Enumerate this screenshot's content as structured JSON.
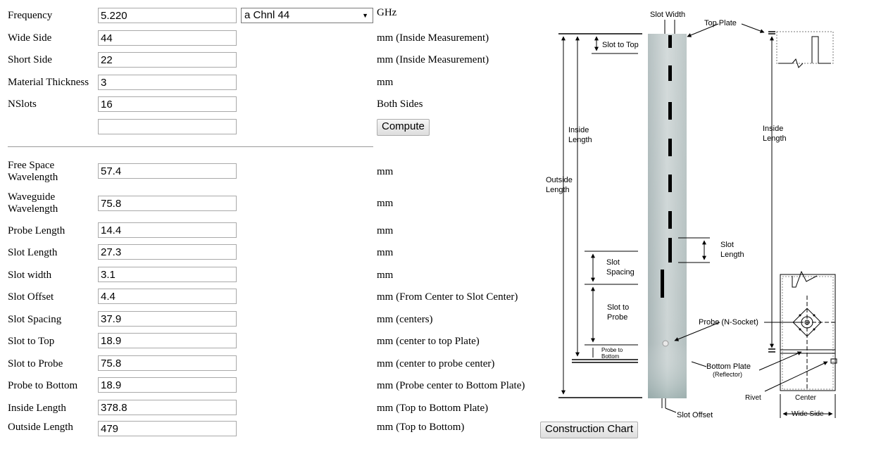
{
  "inputs": {
    "frequency": {
      "label": "Frequency",
      "value": "5.220",
      "unit": "GHz"
    },
    "channel": {
      "selected": "a Chnl 44"
    },
    "wide_side": {
      "label": "Wide Side",
      "value": "44",
      "unit": "mm (Inside Measurement)"
    },
    "short_side": {
      "label": "Short Side",
      "value": "22",
      "unit": "mm (Inside Measurement)"
    },
    "material_thickness": {
      "label": "Material Thickness",
      "value": "3",
      "unit": "mm"
    },
    "nslots": {
      "label": "NSlots",
      "value": "16",
      "unit": "Both Sides"
    },
    "extra": {
      "value": ""
    },
    "compute_label": "Compute"
  },
  "results": {
    "free_space_wavelength": {
      "label_line1": "Free Space",
      "label_line2": "Wavelength",
      "value": "57.4",
      "unit": "mm"
    },
    "waveguide_wavelength": {
      "label_line1": "Waveguide",
      "label_line2": "Wavelength",
      "value": "75.8",
      "unit": "mm"
    },
    "probe_length": {
      "label": "Probe Length",
      "value": "14.4",
      "unit": "mm"
    },
    "slot_length": {
      "label": "Slot Length",
      "value": "27.3",
      "unit": "mm"
    },
    "slot_width": {
      "label": "Slot width",
      "value": "3.1",
      "unit": "mm"
    },
    "slot_offset": {
      "label": "Slot Offset",
      "value": "4.4",
      "unit": "mm (From Center to Slot Center)"
    },
    "slot_spacing": {
      "label": "Slot Spacing",
      "value": "37.9",
      "unit": "mm (centers)"
    },
    "slot_to_top": {
      "label": "Slot to Top",
      "value": "18.9",
      "unit": "mm (center to top Plate)"
    },
    "slot_to_probe": {
      "label": "Slot to Probe",
      "value": "75.8",
      "unit": "mm (center to probe center)"
    },
    "probe_to_bottom": {
      "label": "Probe to Bottom",
      "value": "18.9",
      "unit": "mm (Probe center to Bottom Plate)"
    },
    "inside_length": {
      "label": "Inside Length",
      "value": "378.8",
      "unit": "mm (Top to Bottom Plate)"
    },
    "outside_length": {
      "label": "Outside Length",
      "value": "479",
      "unit": "mm (Top to Bottom)"
    }
  },
  "diagram": {
    "slot_width": "Slot Width",
    "top_plate": "Top Plate",
    "slot_to_top": "Slot to Top",
    "inside_length_1": "Inside",
    "inside_length_2": "Length",
    "outside_length_1": "Outside",
    "outside_length_2": "Length",
    "slot_length_1": "Slot",
    "slot_length_2": "Length",
    "slot_spacing_1": "Slot",
    "slot_spacing_2": "Spacing",
    "slot_to_probe_1": "Slot to",
    "slot_to_probe_2": "Probe",
    "probe_to_bottom_1": "Probe to",
    "probe_to_bottom_2": "Bottom",
    "probe": "Probe (N-Socket)",
    "bottom_plate": "Bottom Plate",
    "reflector": "(Reflector)",
    "rivet": "Rivet",
    "center": "Center",
    "wide_side": "Wide Side",
    "slot_offset": "Slot Offset",
    "construction_chart": "Construction Chart"
  }
}
